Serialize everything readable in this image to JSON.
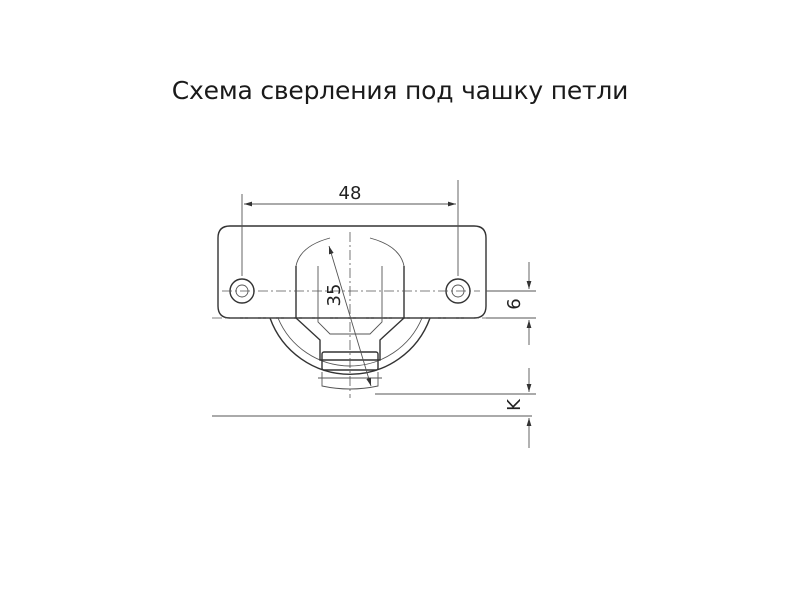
{
  "title": "Схема сверления под чашку петли",
  "dimensions": {
    "hole_spacing": "48",
    "cup_diameter": "35",
    "offset": "6",
    "edge_distance": "K"
  },
  "colors": {
    "line": "#333333",
    "text": "#222222",
    "background": "#ffffff"
  }
}
